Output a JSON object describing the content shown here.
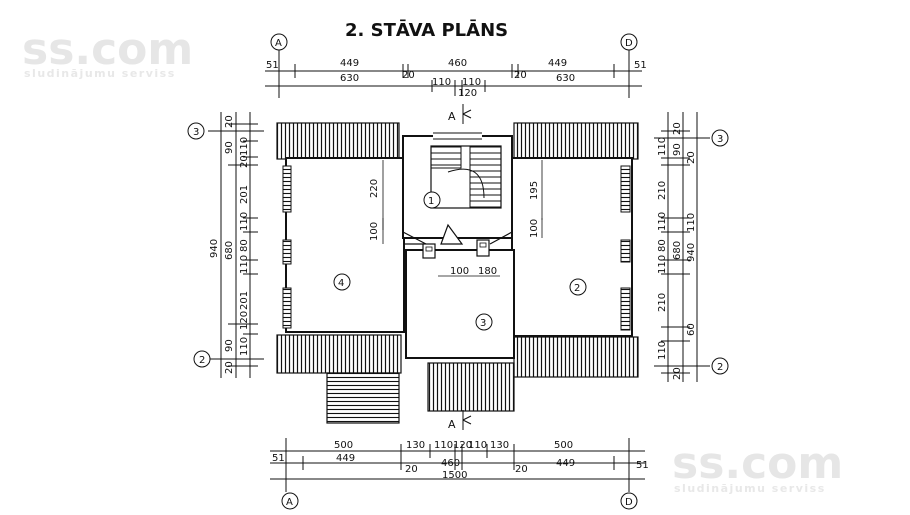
{
  "title": "2. STĀVA PLĀNS",
  "watermark": {
    "brand": "ss.com",
    "tagline": "sludinājumu serviss"
  },
  "axes": {
    "A": "A",
    "D": "D",
    "n3": "3",
    "n2": "2"
  },
  "section_mark": "A",
  "rooms": {
    "r1": "1",
    "r2": "2",
    "r3": "3",
    "r4": "4"
  },
  "dims_top": {
    "t51a": "51",
    "t449a": "449",
    "t20a": "20",
    "t460": "460",
    "t20b": "20",
    "t449b": "449",
    "t51b": "51",
    "t630a": "630",
    "t110a": "110",
    "t110b": "110",
    "t120": "120",
    "t630b": "630"
  },
  "dims_bottom": {
    "b500a": "500",
    "b130a": "130",
    "b110a": "110",
    "b120": "120",
    "b110b": "110",
    "b130b": "130",
    "b500b": "500",
    "b51a": "51",
    "b449a": "449",
    "b20a": "20",
    "b460": "460",
    "b20b": "20",
    "b449b": "449",
    "b51b": "51",
    "b1500": "1500"
  },
  "dims_left": {
    "l20a": "20",
    "l90a": "90",
    "l110a": "110",
    "l20b": "20",
    "l201a": "201",
    "l110b": "110",
    "l80": "80",
    "l110c": "110",
    "l201b": "201",
    "l120": "120",
    "l90b": "90",
    "l110d": "110",
    "l20c": "20",
    "l680": "680",
    "l940": "940"
  },
  "dims_right": {
    "r20a": "20",
    "r110a": "110",
    "r90": "90",
    "r20b": "20",
    "r210a": "210",
    "r110b": "110",
    "r110c": "110",
    "r80": "80",
    "r110d": "110",
    "r210b": "210",
    "r60": "60",
    "r110e": "110",
    "r20c": "20",
    "r680": "680",
    "r940": "940"
  },
  "dims_interior": {
    "i220": "220",
    "i100a": "100",
    "i195": "195",
    "i100b": "100",
    "i100c": "100",
    "i180": "180"
  }
}
